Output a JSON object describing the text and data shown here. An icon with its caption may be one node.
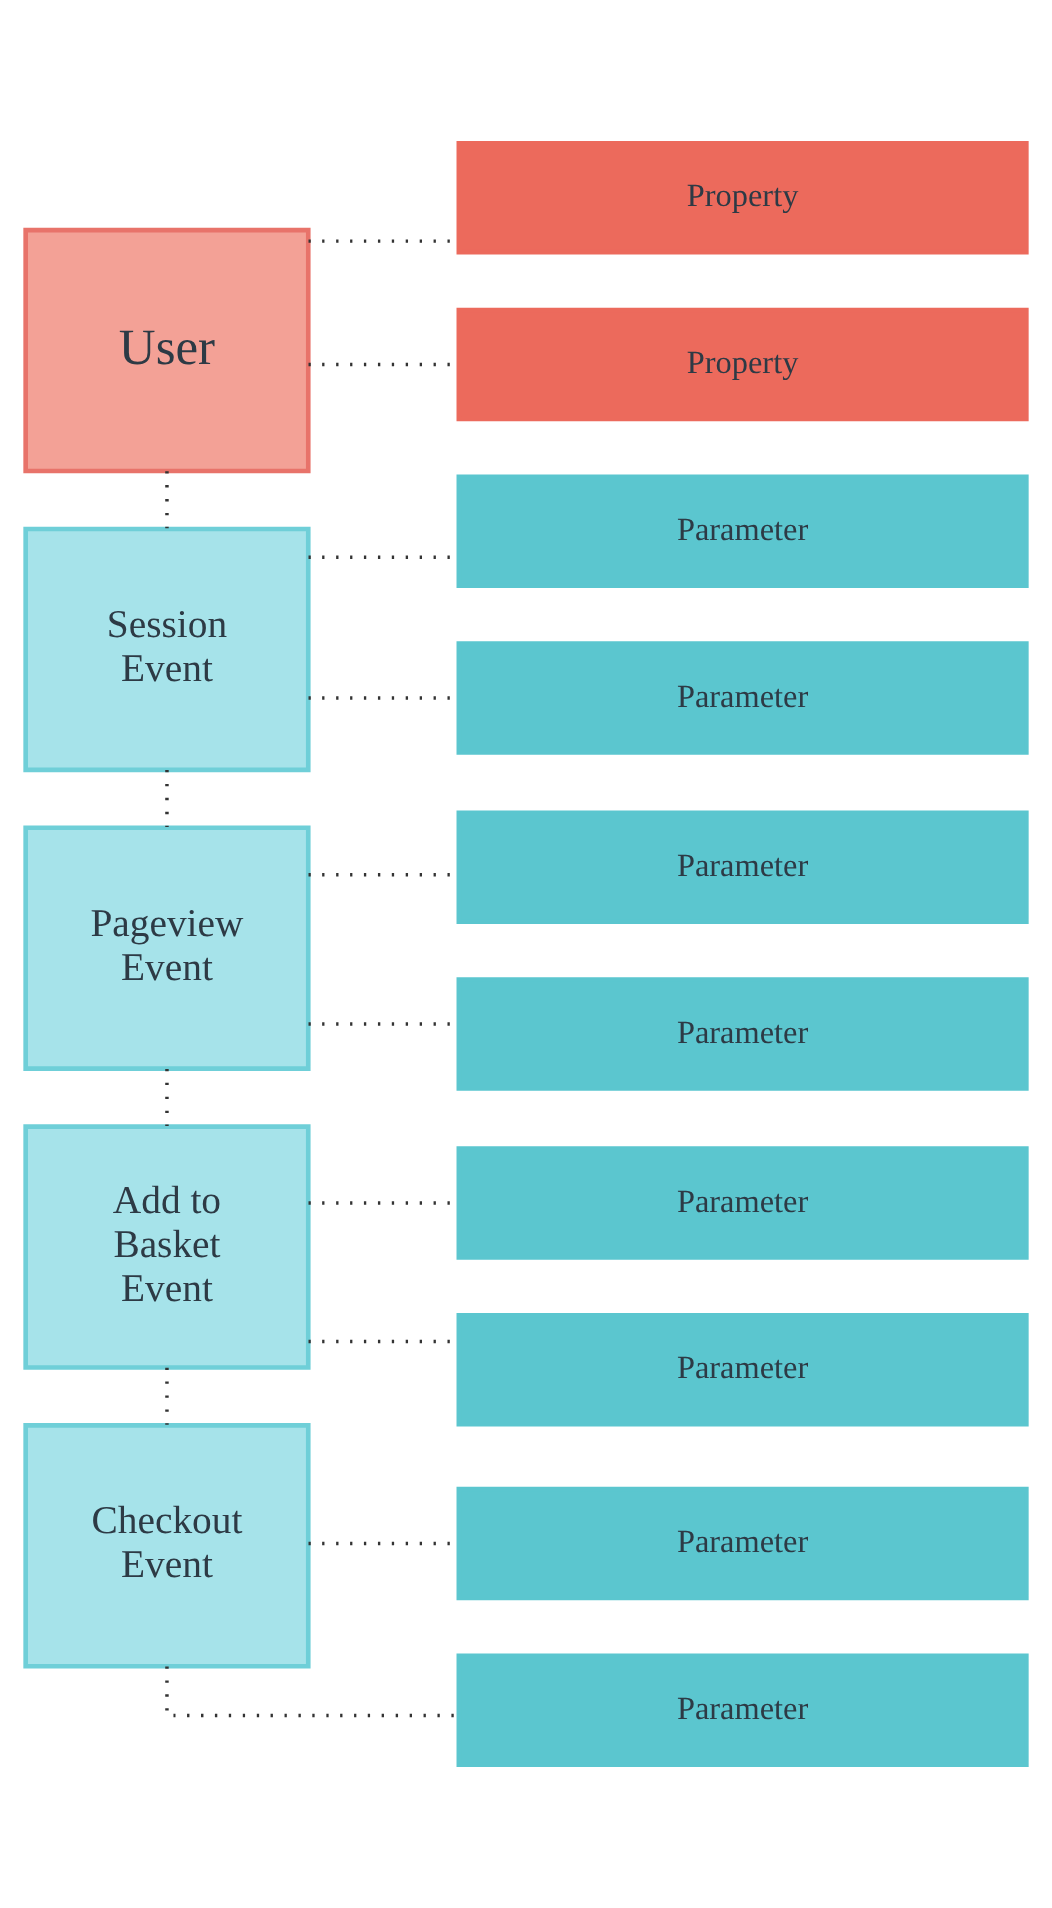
{
  "diagram": {
    "nodes": [
      {
        "text": [
          "User"
        ]
      },
      {
        "text": [
          "Property"
        ]
      },
      {
        "text": [
          "Property"
        ]
      },
      {
        "text": [
          "Session Event"
        ]
      },
      {
        "text": [
          "Parameter"
        ]
      },
      {
        "text": [
          "Parameter"
        ]
      },
      {
        "text": [
          "Pageview Event"
        ]
      },
      {
        "text": [
          "Parameter"
        ]
      },
      {
        "text": [
          "Parameter"
        ]
      },
      {
        "text": [
          "Add to Basket Event"
        ]
      },
      {
        "text": [
          "Parameter"
        ]
      },
      {
        "text": [
          "Parameter"
        ]
      },
      {
        "text": [
          "Checkout Event"
        ]
      },
      {
        "text": [
          "Parameter"
        ]
      },
      {
        "text": [
          "Parameter"
        ]
      }
    ],
    "edges": [
      {
        "from": 0,
        "to": 1,
        "arrow": "none"
      },
      {
        "from": 0,
        "to": 2,
        "arrow": "none"
      },
      {
        "from": 0,
        "to": 3,
        "arrow": "none"
      },
      {
        "from": 3,
        "to": 4,
        "arrow": "none"
      },
      {
        "from": 3,
        "to": 5,
        "arrow": "none"
      },
      {
        "from": 3,
        "to": 6,
        "arrow": "none"
      },
      {
        "from": 6,
        "to": 7,
        "arrow": "none"
      },
      {
        "from": 6,
        "to": 8,
        "arrow": "none"
      },
      {
        "from": 6,
        "to": 9,
        "arrow": "none"
      },
      {
        "from": 9,
        "to": 10,
        "arrow": "none"
      },
      {
        "from": 9,
        "to": 11,
        "arrow": "none"
      },
      {
        "from": 9,
        "to": 12,
        "arrow": "none"
      },
      {
        "from": 12,
        "to": 13,
        "arrow": "none"
      },
      {
        "from": 12,
        "to": 14,
        "arrow": "none"
      }
    ]
  }
}
